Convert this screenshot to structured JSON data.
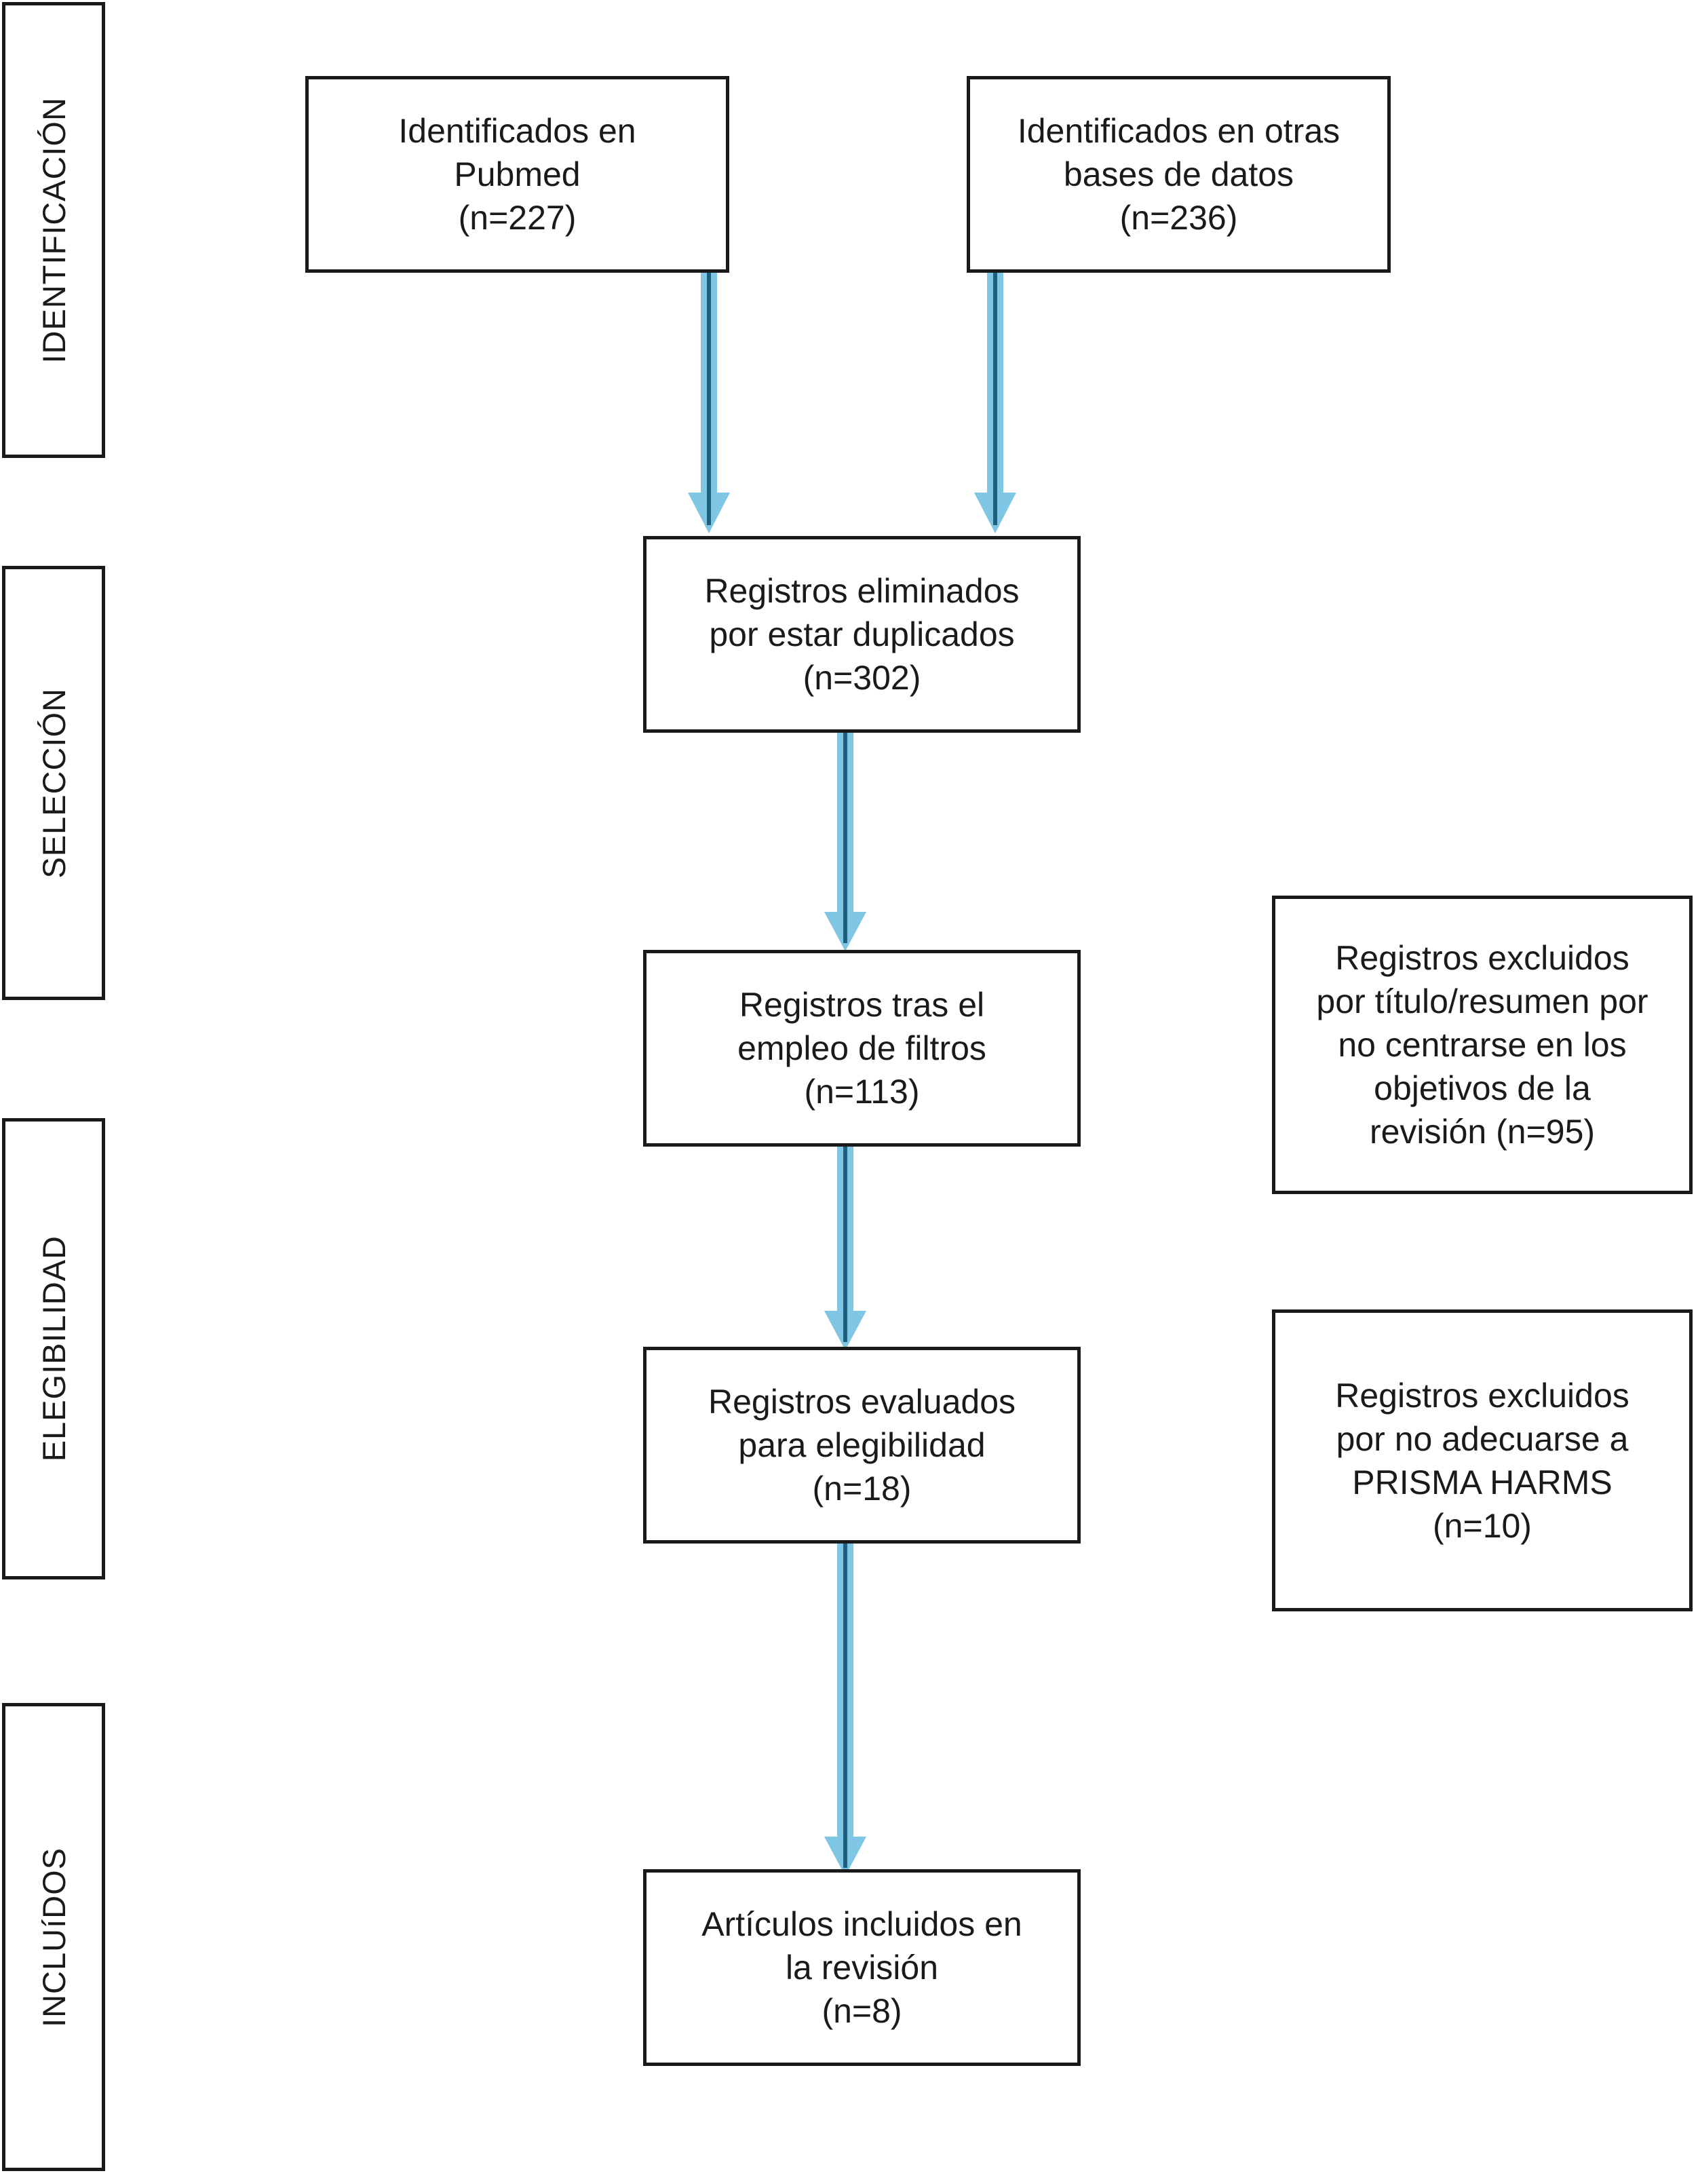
{
  "diagram": {
    "type": "prisma-flow-diagram",
    "language": "es",
    "colors": {
      "box_border": "#1a1a1a",
      "box_fill": "#ffffff",
      "arrow_fill": "#7fc5e4",
      "arrow_line": "#1f5f7e",
      "text": "#1a1a1a"
    }
  },
  "stages": [
    {
      "id": "identificacion",
      "label": "IDENTIFICACIÓN"
    },
    {
      "id": "seleccion",
      "label": "SELECCIÓN"
    },
    {
      "id": "elegibilidad",
      "label": "ELEGIBILIDAD"
    },
    {
      "id": "incluidos",
      "label": "INCLUíDOS"
    }
  ],
  "boxes": {
    "pubmed": {
      "text": "Identificados en\nPubmed\n(n=227)",
      "n": 227
    },
    "otras_bases": {
      "text": "Identificados en otras\nbases de datos\n(n=236)",
      "n": 236
    },
    "duplicados": {
      "text": "Registros eliminados\npor estar duplicados\n(n=302)",
      "n": 302
    },
    "filtros": {
      "text": "Registros tras el\nempleo de filtros\n(n=113)",
      "n": 113
    },
    "evaluados": {
      "text": "Registros evaluados\npara elegibilidad\n(n=18)",
      "n": 18
    },
    "incluidos": {
      "text": "Artículos incluidos en\nla revisión\n(n=8)",
      "n": 8
    },
    "excluidos_titulo": {
      "text": "Registros excluidos\npor título/resumen por\nno centrarse en los\nobjetivos de la\nrevisión (n=95)",
      "n": 95
    },
    "excluidos_harms": {
      "text": "Registros excluidos\npor no adecuarse a\nPRISMA HARMS\n(n=10)",
      "n": 10
    }
  },
  "arrows": [
    {
      "id": "pubmed-to-duplicados",
      "from": "pubmed",
      "to": "duplicados"
    },
    {
      "id": "otras-bases-to-duplicados",
      "from": "otras_bases",
      "to": "duplicados"
    },
    {
      "id": "duplicados-to-filtros",
      "from": "duplicados",
      "to": "filtros"
    },
    {
      "id": "filtros-to-evaluados",
      "from": "filtros",
      "to": "evaluados"
    },
    {
      "id": "evaluados-to-incluidos",
      "from": "evaluados",
      "to": "incluidos"
    }
  ]
}
